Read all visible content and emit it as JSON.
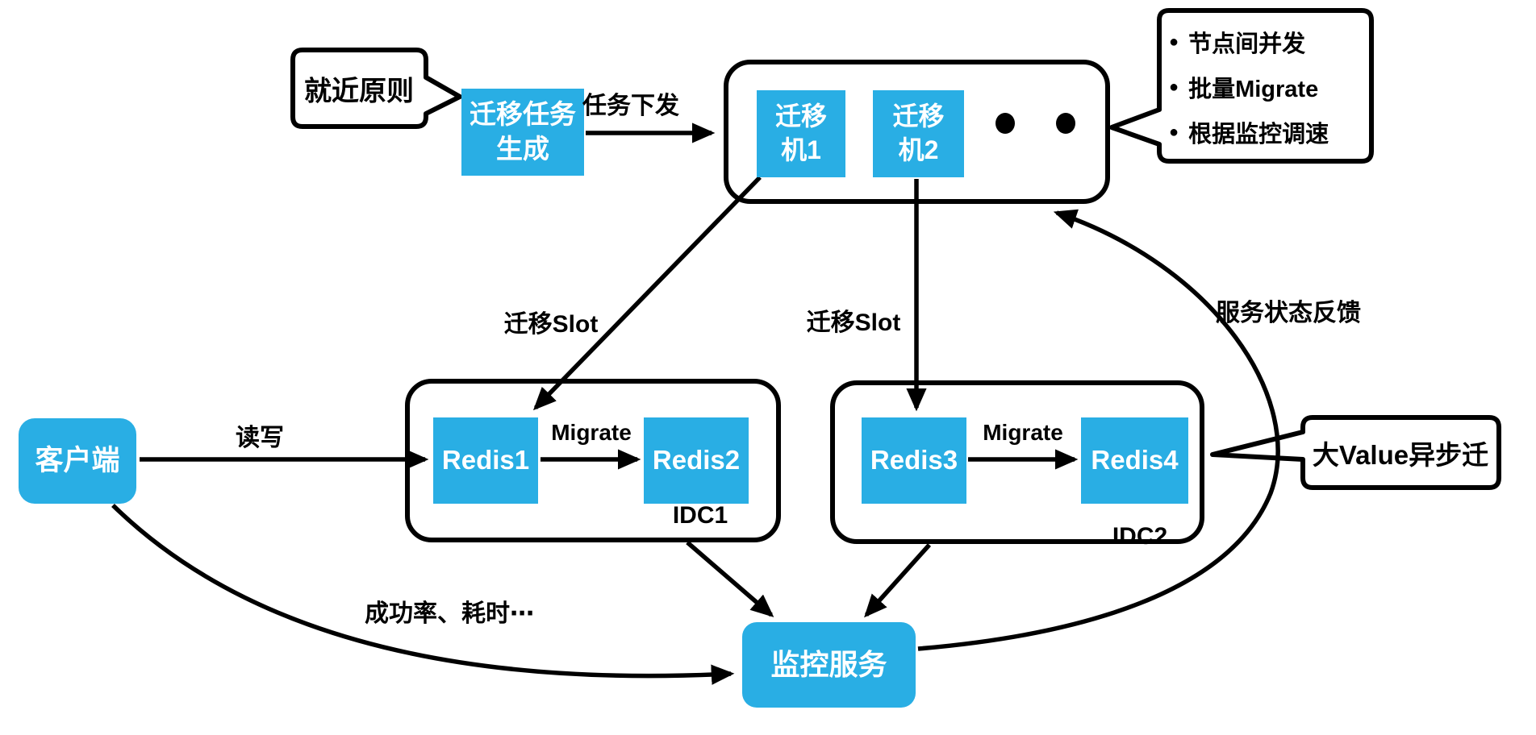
{
  "colors": {
    "node_fill": "#29aee4",
    "node_text": "#ffffff",
    "line": "#000000",
    "background": "#ffffff"
  },
  "callouts": {
    "proximity": {
      "text": "就近原则"
    },
    "strategies": {
      "bullet": "●",
      "items": [
        "节点间并发",
        "批量Migrate",
        "根据监控调速"
      ]
    },
    "big_value": {
      "text": "大Value异步迁"
    }
  },
  "nodes": {
    "task_gen": {
      "line1": "迁移任务",
      "line2": "生成"
    },
    "machine1": {
      "line1": "迁移",
      "line2": "机1"
    },
    "machine2": {
      "line1": "迁移",
      "line2": "机2"
    },
    "redis1": {
      "text": "Redis1"
    },
    "redis2": {
      "text": "Redis2"
    },
    "redis3": {
      "text": "Redis3"
    },
    "redis4": {
      "text": "Redis4"
    },
    "client": {
      "text": "客户端"
    },
    "monitor": {
      "text": "监控服务"
    }
  },
  "groups": {
    "idc1": {
      "text": "IDC1"
    },
    "idc2": {
      "text": "IDC2"
    }
  },
  "edge_labels": {
    "task_dispatch": "任务下发",
    "slot_left": "迁移Slot",
    "slot_right": "迁移Slot",
    "migrate_left": "Migrate",
    "migrate_right": "Migrate",
    "read_write": "读写",
    "metrics": "成功率、耗时⋯",
    "feedback": "服务状态反馈"
  }
}
